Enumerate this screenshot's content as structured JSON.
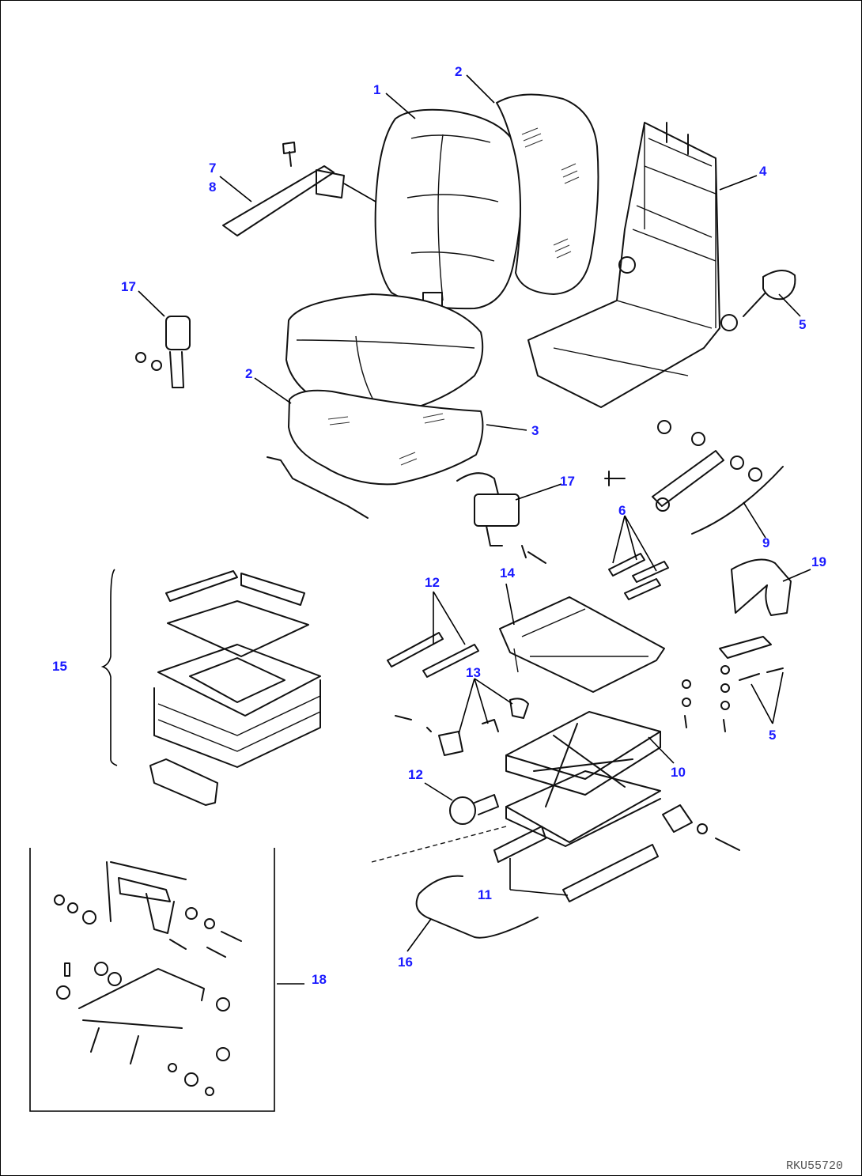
{
  "callouts": {
    "c1": "1",
    "c2a": "2",
    "c2b": "2",
    "c3": "3",
    "c4": "4",
    "c5a": "5",
    "c5b": "5",
    "c6": "6",
    "c7": "7",
    "c8": "8",
    "c9": "9",
    "c10": "10",
    "c11": "11",
    "c12a": "12",
    "c12b": "12",
    "c13": "13",
    "c14": "14",
    "c15": "15",
    "c16": "16",
    "c17a": "17",
    "c17b": "17",
    "c18": "18",
    "c19": "19"
  },
  "drawing_code": "RKU55720",
  "colors": {
    "callout": "#1a1aff",
    "line": "#111111",
    "background": "#ffffff"
  }
}
